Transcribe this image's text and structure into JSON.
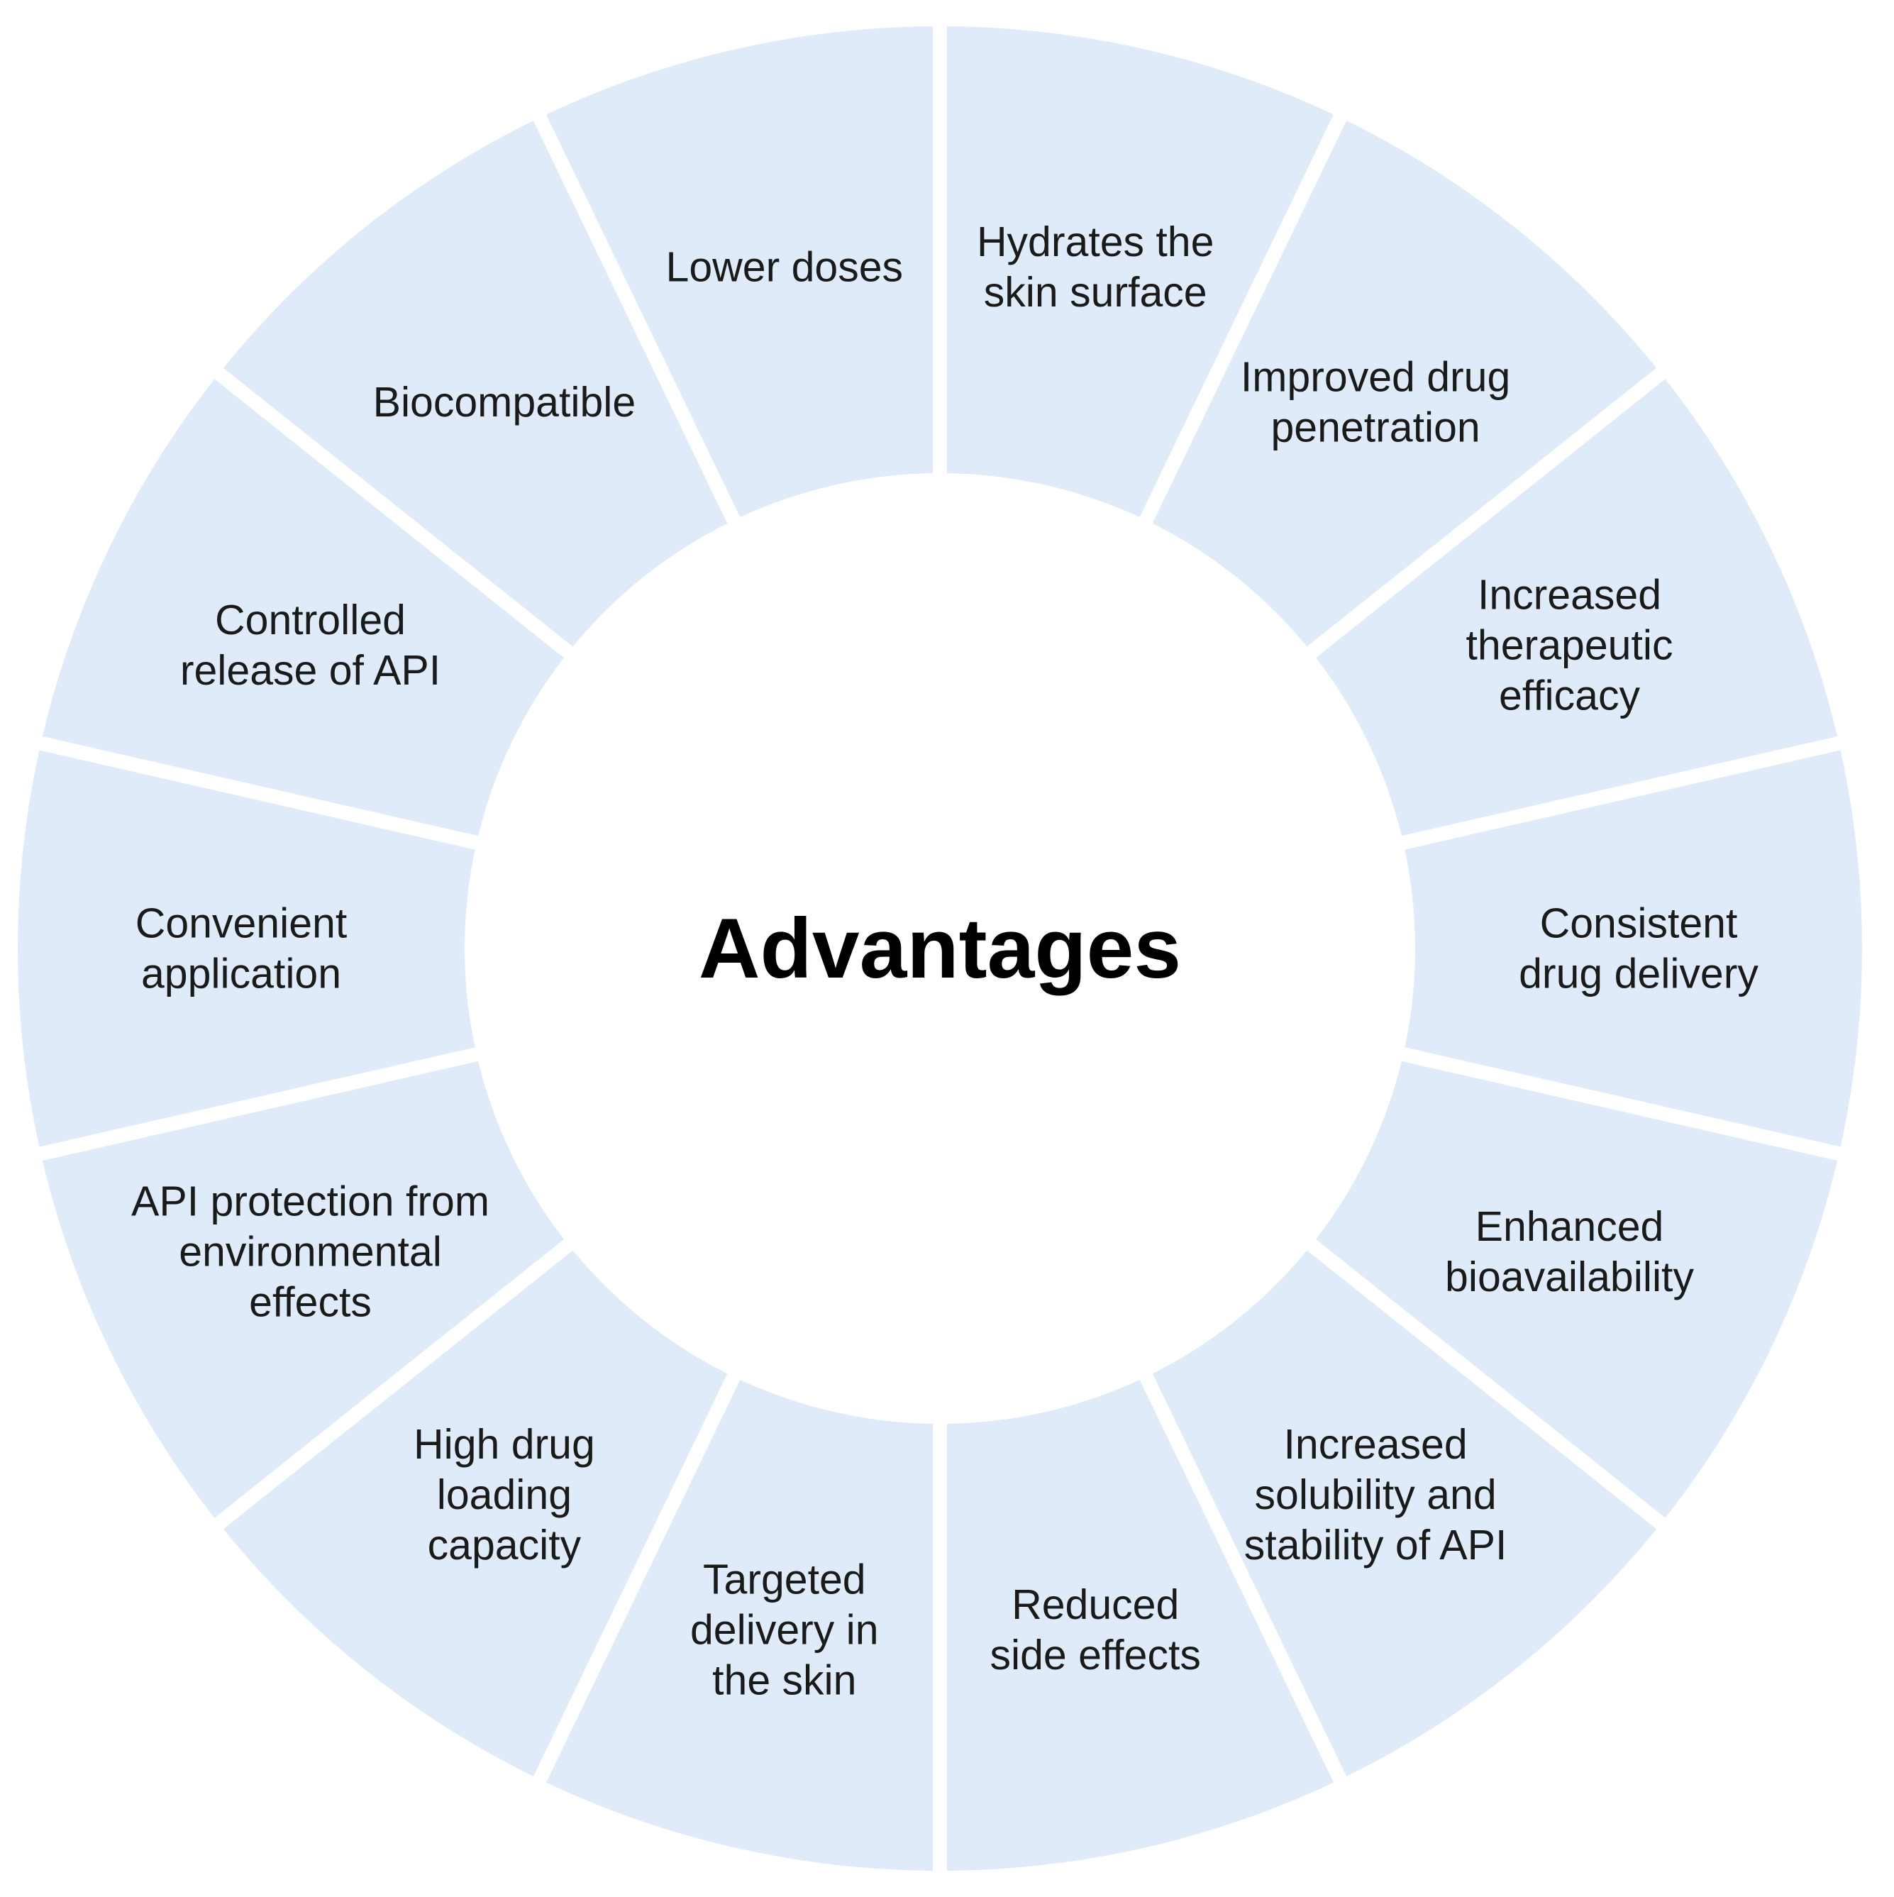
{
  "diagram": {
    "center_title": "Advantages",
    "segment_fill": "#dfebf8",
    "background": "#ffffff",
    "text_color": "#1a1a1a",
    "segments": [
      {
        "lines": [
          "Hydrates the",
          "skin surface"
        ]
      },
      {
        "lines": [
          "Improved drug",
          "penetration"
        ]
      },
      {
        "lines": [
          "Increased",
          "therapeutic",
          "efficacy"
        ]
      },
      {
        "lines": [
          "Consistent",
          "drug delivery"
        ]
      },
      {
        "lines": [
          "Enhanced",
          "bioavailability"
        ]
      },
      {
        "lines": [
          "Increased",
          "solubility and",
          "stability of API"
        ]
      },
      {
        "lines": [
          "Reduced",
          "side effects"
        ]
      },
      {
        "lines": [
          "Targeted",
          "delivery in",
          "the skin"
        ]
      },
      {
        "lines": [
          "High drug",
          "loading",
          "capacity"
        ]
      },
      {
        "lines": [
          "API protection from",
          "environmental",
          "effects"
        ]
      },
      {
        "lines": [
          "Convenient",
          "application"
        ]
      },
      {
        "lines": [
          "Controlled",
          "release of API"
        ]
      },
      {
        "lines": [
          "Biocompatible"
        ]
      },
      {
        "lines": [
          "Lower doses"
        ]
      }
    ]
  }
}
